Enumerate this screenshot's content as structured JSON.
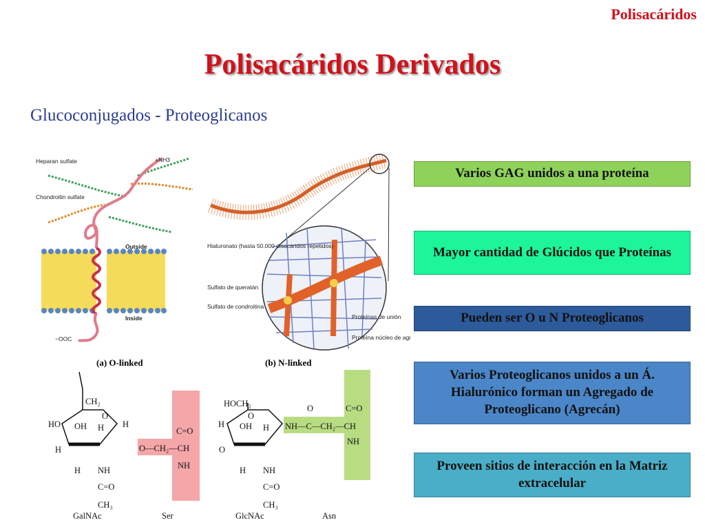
{
  "header": {
    "corner_label": "Polisacáridos",
    "title": "Polisacáridos Derivados",
    "subtitle": "Glucoconjugados - Proteoglicanos"
  },
  "colors": {
    "title_red": "#d0121b",
    "subtitle_blue": "#2b3c8f",
    "box1": "#8fd25a",
    "box2": "#1cf59a",
    "box3": "#2d5a9a",
    "box4": "#4a86c8",
    "box5": "#4aaec8"
  },
  "boxes": [
    {
      "text": "Varios GAG unidos a una proteína"
    },
    {
      "text": "Mayor cantidad de Glúcidos que Proteínas"
    },
    {
      "text": "Pueden ser O u N Proteoglicanos"
    },
    {
      "text": "Varios Proteoglicanos unidos a un Á. Hialurónico forman un Agregado de Proteoglicano (Agrecán)"
    },
    {
      "text": "Proveen sitios de interacción en la Matriz extracelular"
    }
  ],
  "membrane_figure": {
    "heparan": "Heparan sulfate",
    "chondroitin": "Chondroitin sulfate",
    "nh3": "+NH3",
    "outside": "Outside",
    "inside": "Inside",
    "cooh": "−OOC"
  },
  "aggrecan_figure": {
    "hialuronato": "Hialuronato (hasta 50.000 disacáridos repetidos)",
    "queratan": "Sulfato de queratán",
    "condroitina": "Sulfato de condroitina",
    "proteinas_union": "Proteínas de unión",
    "proteina_nucleo": "Proteína núcleo de agrecán"
  },
  "linkage_figure": {
    "o_linked": "(a) O-linked",
    "n_linked": "(b) N-linked",
    "galnac": "GalNAc",
    "ser": "Ser",
    "glcnac": "GlcNAc",
    "asn": "Asn"
  }
}
